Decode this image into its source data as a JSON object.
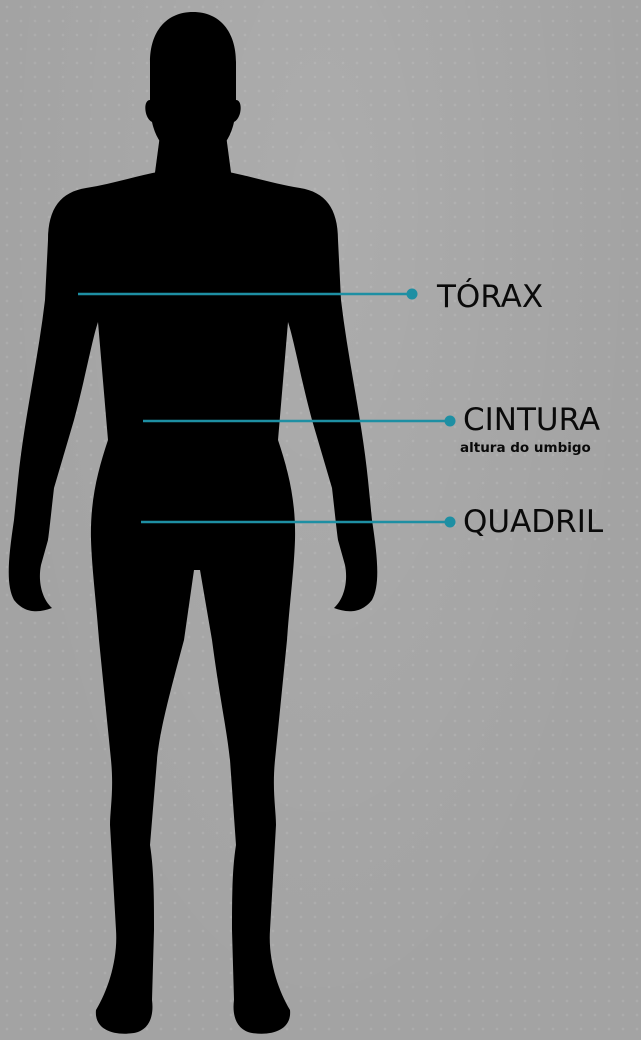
{
  "accent_color": "#1e8fa3",
  "silhouette_color": "#000000",
  "background_color": "#a3a3a3",
  "figure": {
    "icon": "human-body-silhouette-icon"
  },
  "measurements": [
    {
      "label": "TÓRAX",
      "sublabel": ""
    },
    {
      "label": "CINTURA",
      "sublabel": "altura do umbigo"
    },
    {
      "label": "QUADRIL",
      "sublabel": ""
    }
  ]
}
